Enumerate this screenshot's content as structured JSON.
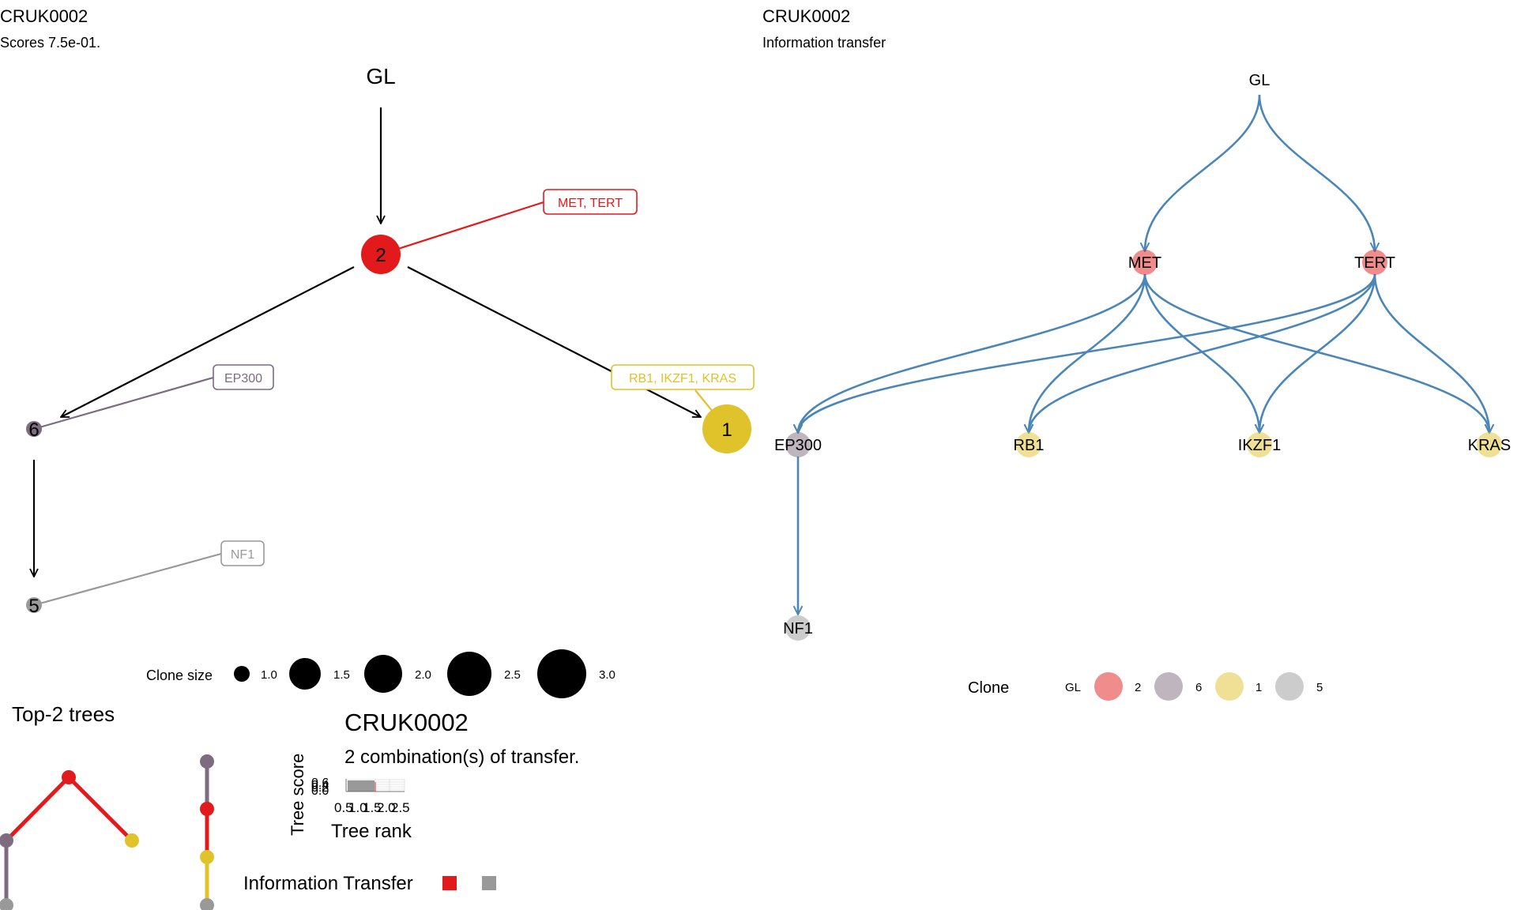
{
  "colors": {
    "clone_2": "#e31a1c",
    "clone_6": "#7d6b80",
    "clone_1": "#e0c22b",
    "clone_5": "#999999",
    "edge_blue": "#4a86b8",
    "black": "#000000"
  },
  "left_panel": {
    "title": "CRUK0002",
    "subtitle": "Scores 7.5e-01.",
    "nodes": [
      {
        "id": "GL",
        "label": "GL"
      },
      {
        "id": "2",
        "label": "2",
        "clone": "2"
      },
      {
        "id": "6",
        "label": "6",
        "clone": "6"
      },
      {
        "id": "1",
        "label": "1",
        "clone": "1"
      },
      {
        "id": "5",
        "label": "5",
        "clone": "5"
      }
    ],
    "edges": [
      {
        "from": "GL",
        "to": "2"
      },
      {
        "from": "2",
        "to": "6"
      },
      {
        "from": "2",
        "to": "1"
      },
      {
        "from": "6",
        "to": "5"
      }
    ],
    "annotations": [
      {
        "node": "2",
        "text": "MET, TERT",
        "clone": "2"
      },
      {
        "node": "6",
        "text": "EP300",
        "clone": "6"
      },
      {
        "node": "1",
        "text": "RB1, IKZF1, KRAS",
        "clone": "1"
      },
      {
        "node": "5",
        "text": "NF1",
        "clone": "5"
      }
    ],
    "legend": {
      "title": "Clone size",
      "entries": [
        "1.0",
        "1.5",
        "2.0",
        "2.5",
        "3.0"
      ]
    }
  },
  "right_panel": {
    "title": "CRUK0002",
    "subtitle": "Information transfer",
    "nodes": [
      {
        "id": "GL",
        "label": "GL"
      },
      {
        "id": "MET",
        "label": "MET",
        "clone": "2"
      },
      {
        "id": "TERT",
        "label": "TERT",
        "clone": "2"
      },
      {
        "id": "EP300",
        "label": "EP300",
        "clone": "6"
      },
      {
        "id": "RB1",
        "label": "RB1",
        "clone": "1"
      },
      {
        "id": "IKZF1",
        "label": "IKZF1",
        "clone": "1"
      },
      {
        "id": "KRAS",
        "label": "KRAS",
        "clone": "1"
      },
      {
        "id": "NF1",
        "label": "NF1",
        "clone": "5"
      }
    ],
    "edges": [
      {
        "from": "GL",
        "to": "MET"
      },
      {
        "from": "GL",
        "to": "TERT"
      },
      {
        "from": "MET",
        "to": "EP300"
      },
      {
        "from": "MET",
        "to": "RB1"
      },
      {
        "from": "MET",
        "to": "IKZF1"
      },
      {
        "from": "MET",
        "to": "KRAS"
      },
      {
        "from": "TERT",
        "to": "EP300"
      },
      {
        "from": "TERT",
        "to": "RB1"
      },
      {
        "from": "TERT",
        "to": "IKZF1"
      },
      {
        "from": "TERT",
        "to": "KRAS"
      },
      {
        "from": "EP300",
        "to": "NF1"
      }
    ],
    "legend": {
      "title": "Clone",
      "entries": [
        "GL",
        "2",
        "6",
        "1",
        "5"
      ]
    }
  },
  "bottom": {
    "title": "Top-2 trees",
    "heading": "CRUK0002",
    "caption": "2 combination(s) of transfer.",
    "tree_score_label": "Tree score",
    "tree_rank_label": "Tree rank",
    "y_ticks": [
      "0.6",
      "0.4",
      "0.2",
      "0.0"
    ],
    "x_ticks": [
      "0.5",
      "1.0",
      "1.5",
      "2.0",
      "2.5"
    ],
    "bars": [
      {
        "rank": 1,
        "score": 0.75
      }
    ],
    "info_transfer_label": "Information Transfer",
    "tree_a": {
      "nodes": [
        {
          "id": "2",
          "clone": "2"
        },
        {
          "id": "6",
          "clone": "6"
        },
        {
          "id": "1",
          "clone": "1"
        },
        {
          "id": "5",
          "clone": "5"
        }
      ],
      "edges": [
        [
          "2",
          "6"
        ],
        [
          "2",
          "1"
        ],
        [
          "6",
          "5"
        ]
      ]
    },
    "tree_b": {
      "nodes": [
        {
          "id": "6",
          "clone": "6"
        },
        {
          "id": "2",
          "clone": "2"
        },
        {
          "id": "1",
          "clone": "1"
        },
        {
          "id": "5",
          "clone": "5"
        }
      ],
      "edges": [
        [
          "6",
          "2"
        ],
        [
          "2",
          "1"
        ],
        [
          "1",
          "5"
        ]
      ]
    }
  }
}
